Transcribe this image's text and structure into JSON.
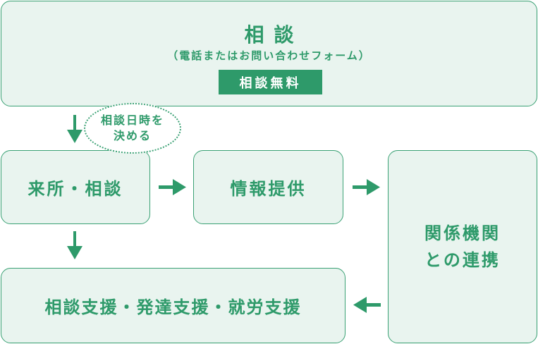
{
  "consult": {
    "title": "相談",
    "subtitle": "（電話またはお問い合わせフォーム）",
    "badge": "相談無料"
  },
  "bubble": {
    "line1": "相談日時を",
    "line2": "決める"
  },
  "boxes": {
    "visit": "来所・相談",
    "info": "情報提供",
    "related_line1": "関係機関",
    "related_line2": "との連携",
    "support": "相談支援・発達支援・就労支援"
  },
  "colors": {
    "accent": "#2e9a6a",
    "box_fill": "#e9f4ef",
    "border": "#3aa174"
  }
}
